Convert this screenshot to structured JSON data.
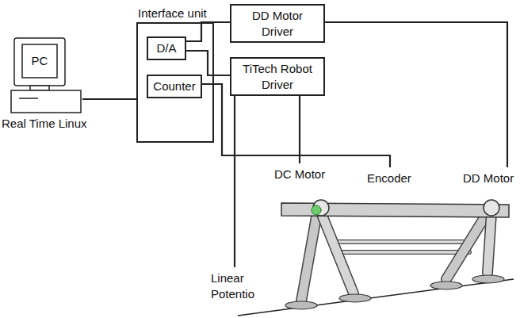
{
  "diagram": {
    "nodes": [
      {
        "text": [
          "PC"
        ]
      },
      {
        "text": [
          "Interface unit"
        ]
      },
      {
        "text": [
          "D/A"
        ],
        "in": 1
      },
      {
        "text": [
          "Counter"
        ],
        "in": 1
      },
      {
        "text": [
          "DD Motor Driver"
        ]
      },
      {
        "text": [
          "TiTech Robot Driver"
        ]
      }
    ],
    "edges": [
      {
        "from": 0,
        "to": 1,
        "arrow": "none"
      },
      {
        "from": 2,
        "to": 4,
        "arrow": "none"
      },
      {
        "from": 2,
        "to": 5,
        "arrow": "none"
      }
    ],
    "labels": [
      "Real Time Linux",
      "DC Motor",
      "Encoder",
      "DD Motor",
      "Linear Potentio"
    ]
  }
}
